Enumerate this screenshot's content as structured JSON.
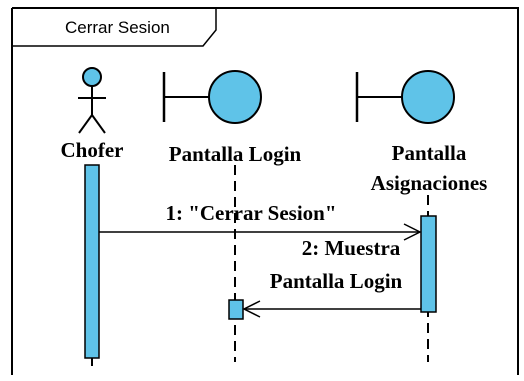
{
  "frame": {
    "title": "Cerrar Sesion"
  },
  "lifelines": [
    {
      "id": "chofer",
      "kind": "actor",
      "label_lines": [
        "Chofer"
      ]
    },
    {
      "id": "login",
      "kind": "boundary",
      "label_lines": [
        "Pantalla Login"
      ]
    },
    {
      "id": "asign",
      "kind": "boundary",
      "label_lines": [
        "Pantalla",
        "Asignaciones"
      ]
    }
  ],
  "messages": [
    {
      "number": "1",
      "text_lines": [
        "1: \"Cerrar Sesion\""
      ],
      "from": "chofer",
      "to": "asign"
    },
    {
      "number": "2",
      "text_lines": [
        "2: Muestra",
        "Pantalla Login"
      ],
      "from": "asign",
      "to": "login"
    }
  ],
  "colors": {
    "fill": "#5fc3e8",
    "stroke": "#000000",
    "background": "#ffffff"
  }
}
